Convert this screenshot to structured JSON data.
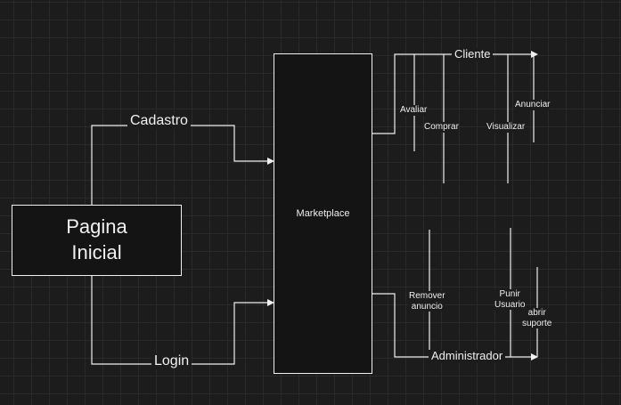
{
  "nodes": {
    "home": "Pagina\nInicial",
    "marketplace": "Marketplace"
  },
  "edges": {
    "cadastro": "Cadastro",
    "login": "Login",
    "cliente": "Cliente",
    "administrador": "Administrador"
  },
  "cliente_actions": {
    "avaliar": "Avaliar",
    "comprar": "Comprar",
    "visualizar": "Visualizar",
    "anunciar": "Anunciar"
  },
  "admin_actions": {
    "remover_anuncio": "Remover\nanuncio",
    "punir_usuario": "Punir\nUsuario",
    "abrir_suporte": "abrir\nsuporte"
  },
  "colors": {
    "background": "#1c1c1c",
    "stroke": "#f0f0f0",
    "box_fill": "#141414"
  }
}
